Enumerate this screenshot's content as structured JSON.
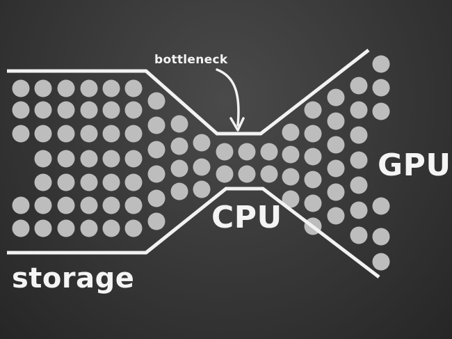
{
  "labels": {
    "storage": "storage",
    "cpu": "CPU",
    "gpu": "GPU",
    "bottleneck": "bottleneck"
  },
  "colors": {
    "background": "#3a3a3a",
    "lines": "#f2f2f2",
    "particles": "#bdbdbd",
    "text": "#f4f4f4"
  }
}
